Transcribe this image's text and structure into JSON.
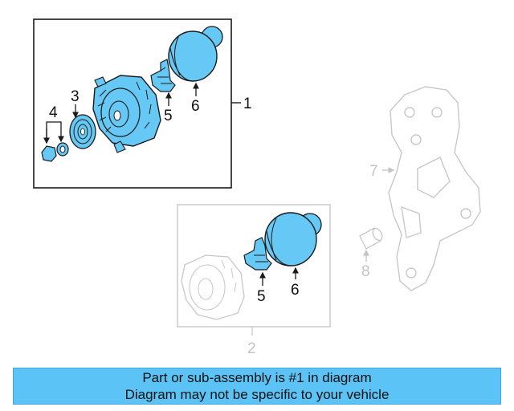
{
  "colors": {
    "highlight_fill": "#66c8f4",
    "outline": "#1a1a1a",
    "faded": "#c8c8c8",
    "banner_bg": "#5bc3f5"
  },
  "callouts": {
    "assembly": "1",
    "alternator_reman": "2",
    "pulley": "3",
    "nut_cap": "4",
    "regulator": "5",
    "rear_cover": "6",
    "bracket": "7",
    "bushing": "8"
  },
  "inset_callouts": {
    "regulator": "5",
    "rear_cover": "6"
  },
  "banner": {
    "line1": "Part or sub-assembly is #1 in diagram",
    "line2": "Diagram may not be specific to your vehicle"
  }
}
